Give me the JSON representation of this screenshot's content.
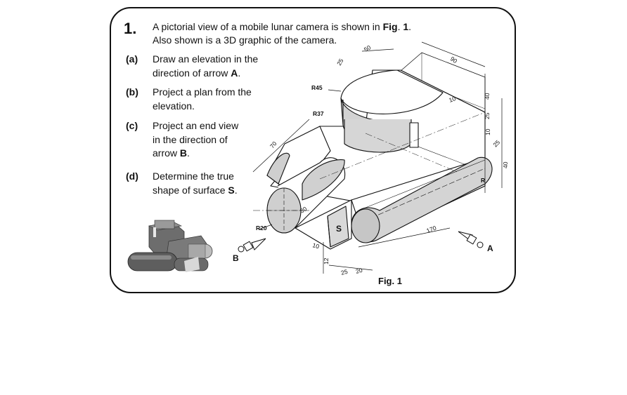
{
  "question": {
    "number": "1.",
    "intro_line1_a": "A pictorial view of a mobile lunar camera is shown in ",
    "intro_line1_b": "Fig",
    "intro_line1_c": ". ",
    "intro_line1_d": "1",
    "intro_line1_e": ".",
    "intro_line2": "Also shown is a 3D graphic of the camera."
  },
  "parts": [
    {
      "label": "(a)",
      "line1": "Draw an elevation in the",
      "line2_a": "direction of arrow ",
      "line2_b": "A",
      "line2_c": "."
    },
    {
      "label": "(b)",
      "line1": "Project a plan from the",
      "line2": "elevation."
    },
    {
      "label": "(c)",
      "line1": "Project an end view",
      "line2": "in the direction of",
      "line3_a": "arrow ",
      "line3_b": "B",
      "line3_c": "."
    },
    {
      "label": "(d)",
      "line1": "Determine the true",
      "line2_a": "shape of surface ",
      "line2_b": "S",
      "line2_c": "."
    }
  ],
  "figure": {
    "caption": "Fig. 1",
    "arrow_a": "A",
    "arrow_b": "B",
    "surface": "S",
    "dimensions": {
      "r45": "R45",
      "r37": "R37",
      "r20": "R20",
      "r": "R",
      "d50": "50",
      "d25_top": "25",
      "d90": "90",
      "d40_top": "40",
      "d10_a": "10",
      "d25_right": "25",
      "d10_b": "10",
      "d25_b": "25",
      "d40_side": "40",
      "d70": "70",
      "d30": "30",
      "d10_low": "10",
      "d12": "12",
      "d25_low": "25",
      "d20": "20",
      "d170": "170"
    }
  },
  "colors": {
    "shade": "#c8c8c8",
    "dark_shade": "#9a9a9a",
    "ink": "#111111"
  }
}
